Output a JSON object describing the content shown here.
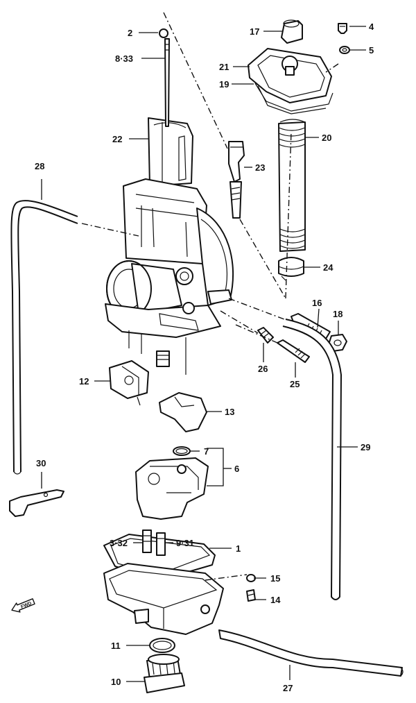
{
  "labels": {
    "p1": "1",
    "p2": "2",
    "p3_32": "3·32",
    "p4": "4",
    "p5": "5",
    "p6": "6",
    "p7": "7",
    "p8_33": "8·33",
    "p9_31": "9·31",
    "p10": "10",
    "p11": "11",
    "p12": "12",
    "p13": "13",
    "p14": "14",
    "p15": "15",
    "p16": "16",
    "p17": "17",
    "p18": "18",
    "p19": "19",
    "p20": "20",
    "p21": "21",
    "p22": "22",
    "p23": "23",
    "p24": "24",
    "p25": "25",
    "p26": "26",
    "p27": "27",
    "p28": "28",
    "p29": "29",
    "p30": "30"
  },
  "fwd_marker": "FWD"
}
